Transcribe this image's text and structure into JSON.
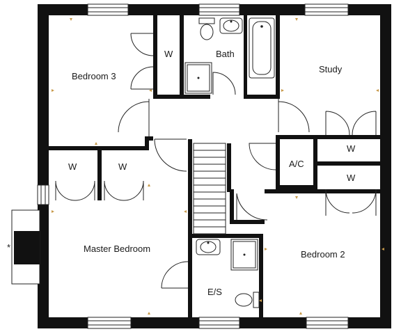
{
  "rooms": {
    "bedroom3": "Bedroom 3",
    "bath": "Bath",
    "study": "Study",
    "w_bed3": "W",
    "w_study": "W",
    "w_bed2": "W",
    "ac": "A/C",
    "w_master_1": "W",
    "w_master_2": "W",
    "master": "Master Bedroom",
    "bedroom2": "Bedroom 2",
    "es": "E/S"
  },
  "annotations": {
    "asterisk": "*"
  },
  "colors": {
    "wall": "#111111",
    "marker": "#c89a4a",
    "background": "#ffffff"
  }
}
